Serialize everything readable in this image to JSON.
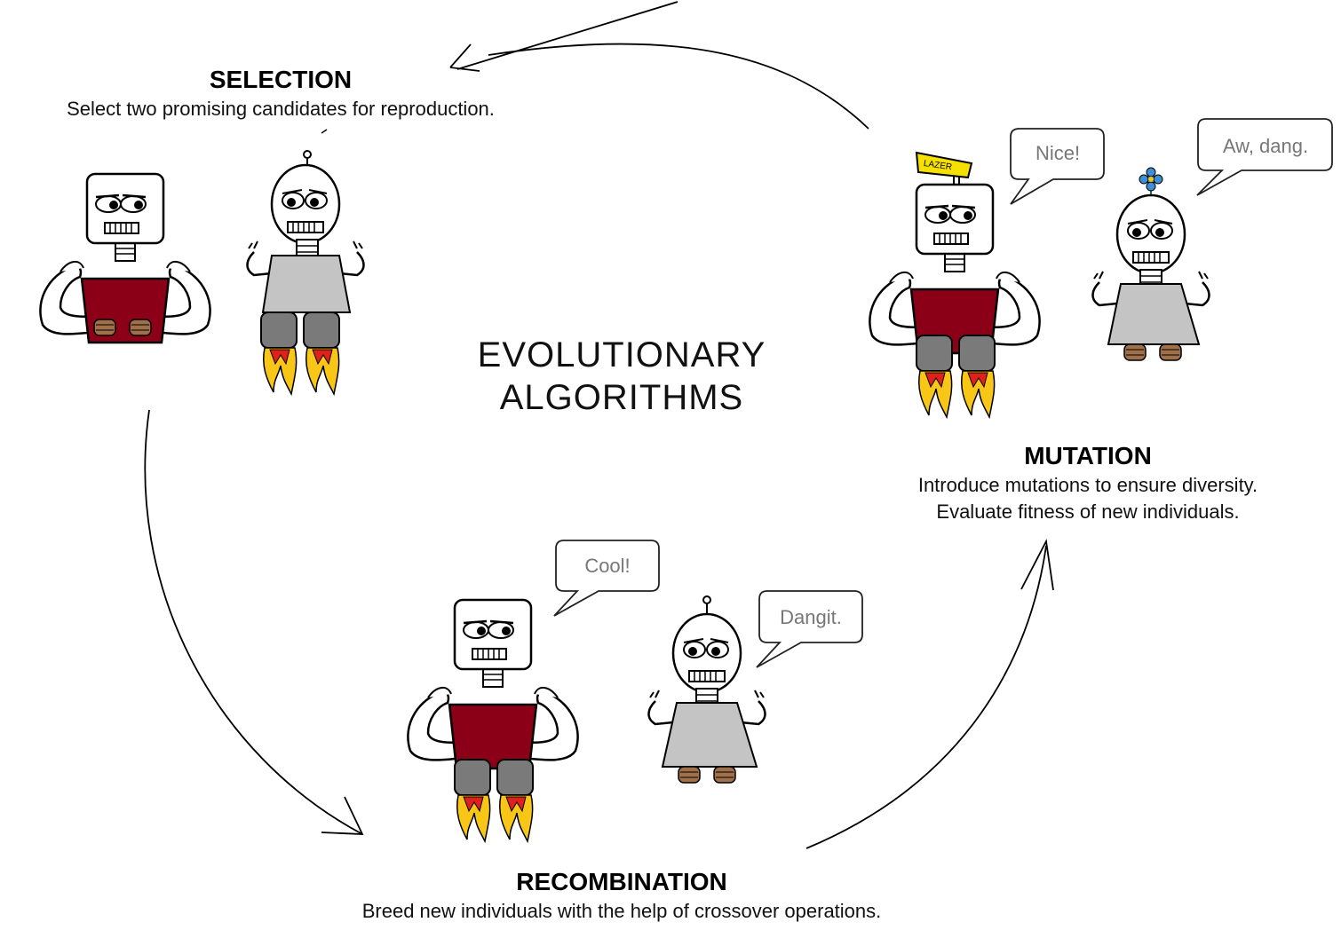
{
  "title": {
    "line1": "EVOLUTIONARY",
    "line2": "ALGORITHMS"
  },
  "stages": {
    "selection": {
      "heading": "SELECTION",
      "desc": "Select two promising candidates for reproduction."
    },
    "recombination": {
      "heading": "RECOMBINATION",
      "desc": "Breed new individuals with the help of crossover operations."
    },
    "mutation": {
      "heading": "MUTATION",
      "desc_line1": "Introduce mutations to ensure diversity.",
      "desc_line2": "Evaluate fitness of new individuals."
    }
  },
  "bubbles": {
    "nice": "Nice!",
    "aw_dang": "Aw, dang.",
    "cool": "Cool!",
    "dangit": "Dangit."
  },
  "sign": {
    "text": "LAZER"
  },
  "colors": {
    "shirt": "#8b0016",
    "dress": "#c4c4c4",
    "jet_pants": "#7a7a7a",
    "flame_yellow": "#f7c617",
    "flame_red": "#e0201a",
    "shoe": "#a0704a",
    "flower": "#3a8fd8",
    "sign": "#f5e000"
  }
}
